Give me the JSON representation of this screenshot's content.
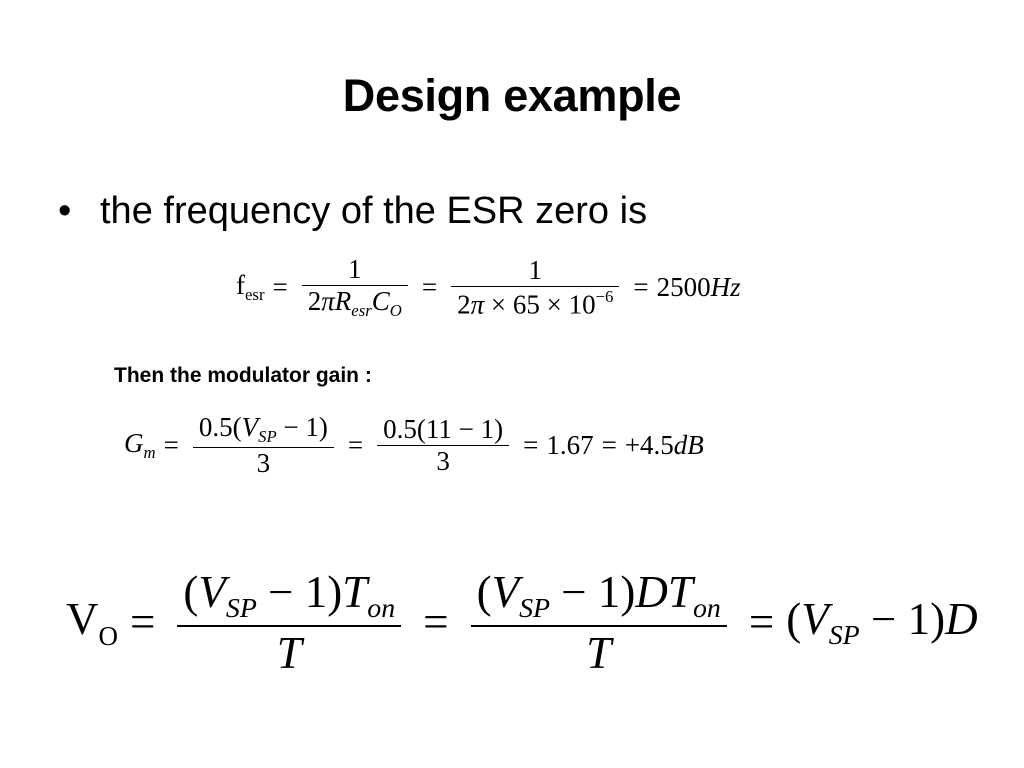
{
  "title": "Design example",
  "bullet": {
    "symbol": "•",
    "text": "the frequency of the ESR zero is"
  },
  "eq1": {
    "lhs": "f",
    "lhs_sub": "esr",
    "eq": "=",
    "frac1_num": "1",
    "frac1_den_a": "2",
    "frac1_den_pi": "π",
    "frac1_den_R": "R",
    "frac1_den_Rsub": "esr",
    "frac1_den_C": "C",
    "frac1_den_Csub": "O",
    "frac2_num": "1",
    "frac2_den_a": "2",
    "frac2_den_pi": "π",
    "frac2_den_b": "× 65 × 10",
    "frac2_den_exp": "−6",
    "result": "2500",
    "result_unit": "Hz"
  },
  "subhead": "Then the modulator gain :",
  "eq2": {
    "lhs": "G",
    "lhs_sub": "m",
    "eq": "=",
    "frac1_num_a": "0.5(",
    "frac1_num_V": "V",
    "frac1_num_Vsub": "SP",
    "frac1_num_b": " − 1)",
    "frac1_den": "3",
    "frac2_num": "0.5(11 − 1)",
    "frac2_den": "3",
    "value": "1.67",
    "db_value": "+4.5",
    "db_unit": "dB"
  },
  "eq3": {
    "lhs": "V",
    "lhs_sub": "O",
    "eq": "=",
    "frac1_num_a": "(",
    "frac1_num_V": "V",
    "frac1_num_Vsub": "SP",
    "frac1_num_b": " − 1)",
    "frac1_num_T": "T",
    "frac1_num_Tsub": "on",
    "frac1_den": "T",
    "frac2_num_a": "(",
    "frac2_num_V": "V",
    "frac2_num_Vsub": "SP",
    "frac2_num_b": " − 1)",
    "frac2_num_DT": "DT",
    "frac2_num_Tsub": "on",
    "frac2_den": "T",
    "rhs_a": "(",
    "rhs_V": "V",
    "rhs_Vsub": "SP",
    "rhs_b": " − 1)",
    "rhs_D": "D"
  }
}
